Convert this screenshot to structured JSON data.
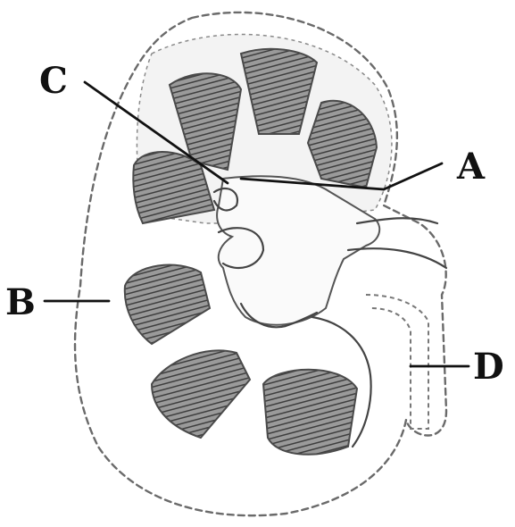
{
  "labels": {
    "a": "A",
    "b": "B",
    "c": "C",
    "d": "D"
  },
  "colors": {
    "ink": "#111111",
    "pyramid_shade": "#5a5a5a",
    "background": "#ffffff"
  }
}
